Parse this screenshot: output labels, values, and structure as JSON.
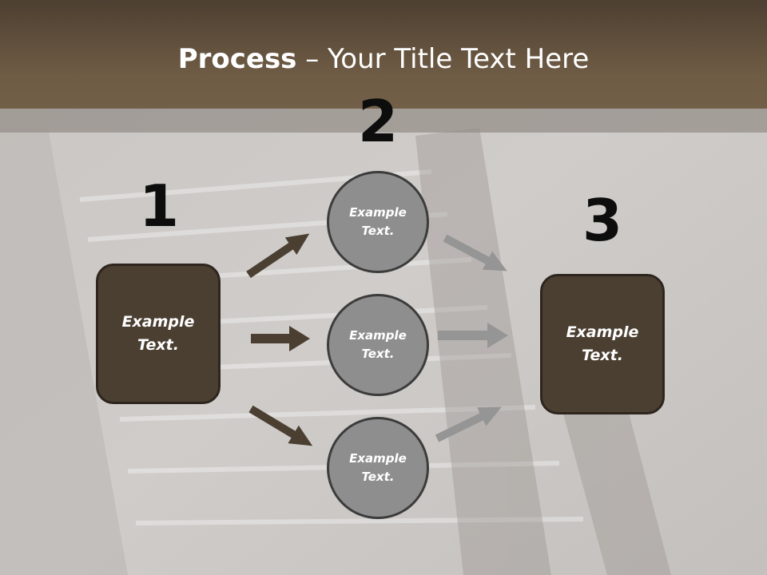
{
  "title": {
    "bold": "Process",
    "rest": " – Your Title Text Here"
  },
  "steps": [
    {
      "number": "1"
    },
    {
      "number": "2"
    },
    {
      "number": "3"
    }
  ],
  "left_box": {
    "text": "Example Text."
  },
  "right_box": {
    "text": "Example Text."
  },
  "circles": [
    {
      "text": "Example Text."
    },
    {
      "text": "Example Text."
    },
    {
      "text": "Example Text."
    }
  ],
  "colors": {
    "header": "#6f5c45",
    "box_fill": "#4b3f32",
    "circle_fill": "#8e8e8e",
    "arrow_dark": "#4b3f32",
    "arrow_light": "#959595"
  }
}
